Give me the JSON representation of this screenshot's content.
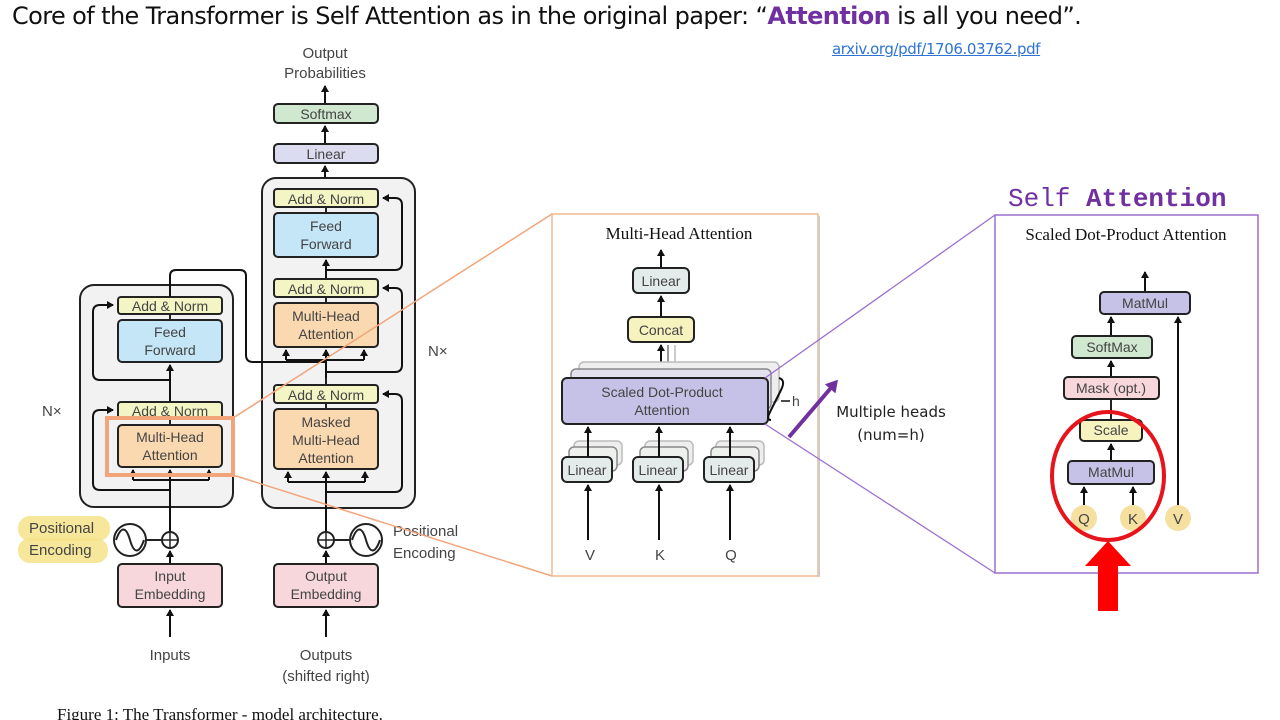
{
  "slide": {
    "title_prefix": "Core of the Transformer is Self Attention as in the original paper: “",
    "title_highlight": "Attention",
    "title_suffix": " is all you need”.",
    "link_text": "arxiv.org/pdf/1706.03762.pdf",
    "accent_color": "#7030a0",
    "link_color": "#2e74d6"
  },
  "transformer": {
    "output_probabilities": [
      "Output",
      "Probabilities"
    ],
    "softmax": "Softmax",
    "linear": "Linear",
    "decoder": {
      "add_norm_top": "Add & Norm",
      "feed_forward": [
        "Feed",
        "Forward"
      ],
      "add_norm_mid": "Add & Norm",
      "multi_head_attention": [
        "Multi-Head",
        "Attention"
      ],
      "add_norm_bottom": "Add & Norm",
      "masked_attention": [
        "Masked",
        "Multi-Head",
        "Attention"
      ],
      "repeat_label": "N×"
    },
    "encoder": {
      "add_norm_top": "Add & Norm",
      "feed_forward": [
        "Feed",
        "Forward"
      ],
      "add_norm_bottom": "Add & Norm",
      "multi_head_attention": [
        "Multi-Head",
        "Attention"
      ],
      "repeat_label": "N×"
    },
    "positional_encoding_left": [
      "Positional",
      "Encoding"
    ],
    "positional_encoding_right": [
      "Positional",
      "Encoding"
    ],
    "input_embedding": [
      "Input",
      "Embedding"
    ],
    "output_embedding": [
      "Output",
      "Embedding"
    ],
    "inputs": "Inputs",
    "outputs": [
      "Outputs",
      "(shifted right)"
    ],
    "caption": "Figure 1: The Transformer - model architecture."
  },
  "multi_head": {
    "title": "Multi-Head Attention",
    "linear_top": "Linear",
    "concat": "Concat",
    "sdpa": [
      "Scaled Dot-Product",
      "Attention"
    ],
    "h_label": "h",
    "linears": [
      "Linear",
      "Linear",
      "Linear"
    ],
    "inputs": [
      "V",
      "K",
      "Q"
    ]
  },
  "annotation": {
    "multiple_heads": [
      "Multiple heads",
      "(num=h)"
    ]
  },
  "self_attention": {
    "heading_prefix": "Self ",
    "heading_bold": "Attention",
    "title": "Scaled Dot-Product Attention",
    "matmul_top": "MatMul",
    "softmax": "SoftMax",
    "mask": "Mask (opt.)",
    "scale": "Scale",
    "matmul_bottom": "MatMul",
    "inputs": [
      "Q",
      "K",
      "V"
    ]
  },
  "colors": {
    "softmax_green": "#cfe8cf",
    "linear_lavender": "#dcdcf0",
    "add_norm_yellow": "#f3f5c4",
    "feed_forward_blue": "#c4e6f6",
    "attention_orange": "#fbd9b0",
    "embedding_pink": "#f7d7dc",
    "sdpa_purple": "#c6c1e6",
    "highlight_orange": "#f2a57a",
    "circle_red": "#e8141c",
    "pos_highlight": "#f5e38a"
  }
}
